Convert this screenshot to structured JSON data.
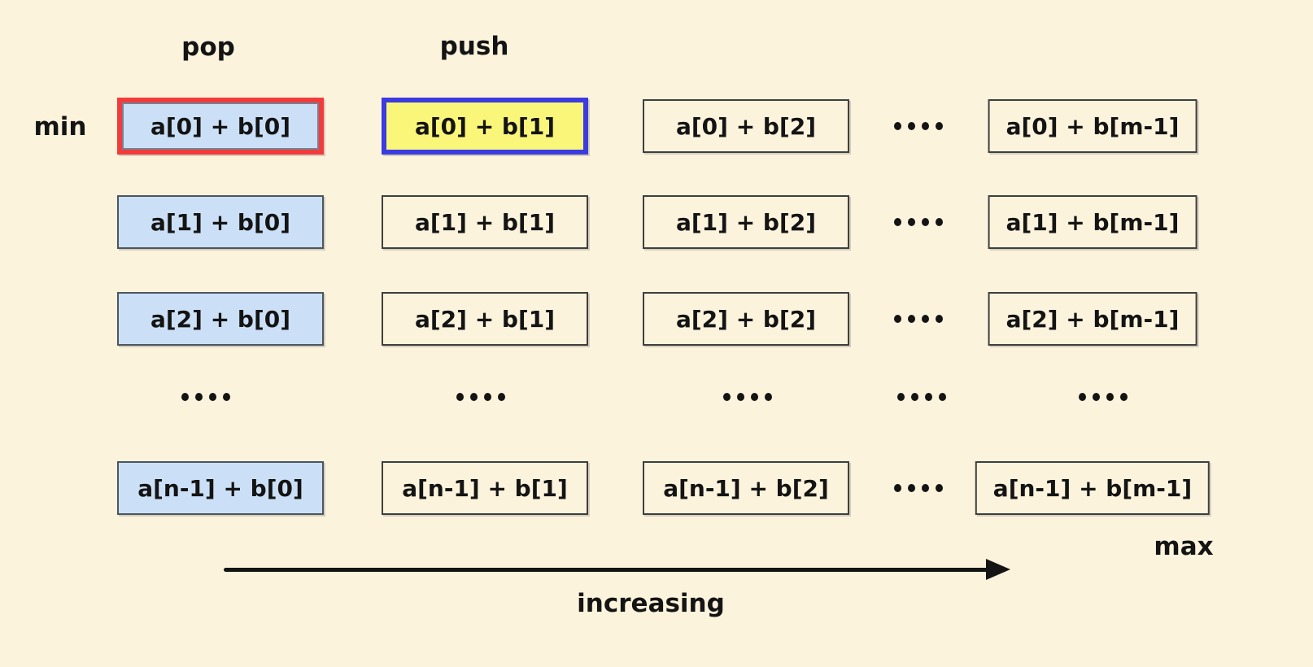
{
  "labels": {
    "pop": "pop",
    "push": "push",
    "min": "min",
    "max": "max",
    "increasing": "increasing"
  },
  "ellipsis": "....",
  "palette": {
    "background": "#FCF3DC",
    "plain_box_fill": "#FCF3DC",
    "plain_box_border": "#3F3F3F",
    "first_column_fill": "#CBE0F6",
    "pop_highlight_border": "#F23B3B",
    "push_highlight_border": "#3B3BE0",
    "push_highlight_fill": "#F9F67A",
    "text": "#141414"
  },
  "grid": {
    "rows": [
      {
        "cells": [
          "a[0] + b[0]",
          "a[0] + b[1]",
          "a[0] + b[2]",
          "a[0] + b[m-1]"
        ]
      },
      {
        "cells": [
          "a[1] + b[0]",
          "a[1] + b[1]",
          "a[1] + b[2]",
          "a[1] + b[m-1]"
        ]
      },
      {
        "cells": [
          "a[2] + b[0]",
          "a[2] + b[1]",
          "a[2] + b[2]",
          "a[2] + b[m-1]"
        ]
      },
      {
        "cells": [
          "a[n-1] + b[0]",
          "a[n-1] + b[1]",
          "a[n-1] + b[2]",
          "a[n-1] + b[m-1]"
        ]
      }
    ]
  }
}
